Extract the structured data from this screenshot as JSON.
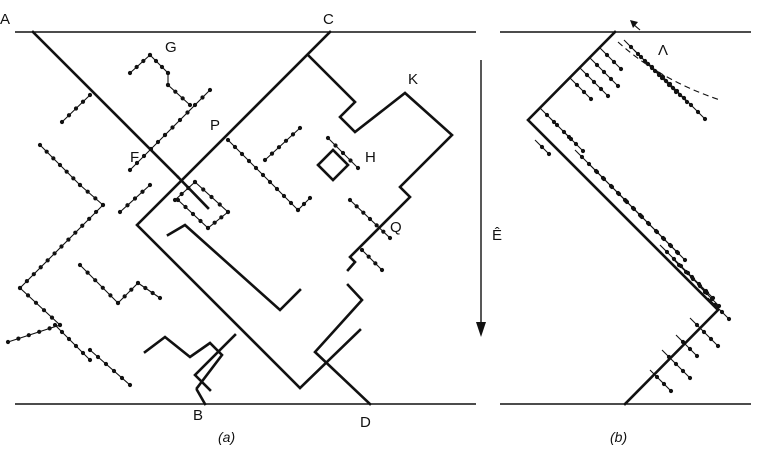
{
  "panel_a": {
    "caption": "(a)",
    "points": [
      "A",
      "C",
      "G",
      "K",
      "P",
      "F",
      "H",
      "Q",
      "B",
      "D"
    ]
  },
  "panel_b": {
    "caption": "(b)",
    "field_label": "Ê",
    "annotation": "Λ"
  },
  "colors": {
    "ink": "#111111",
    "background": "#ffffff"
  }
}
